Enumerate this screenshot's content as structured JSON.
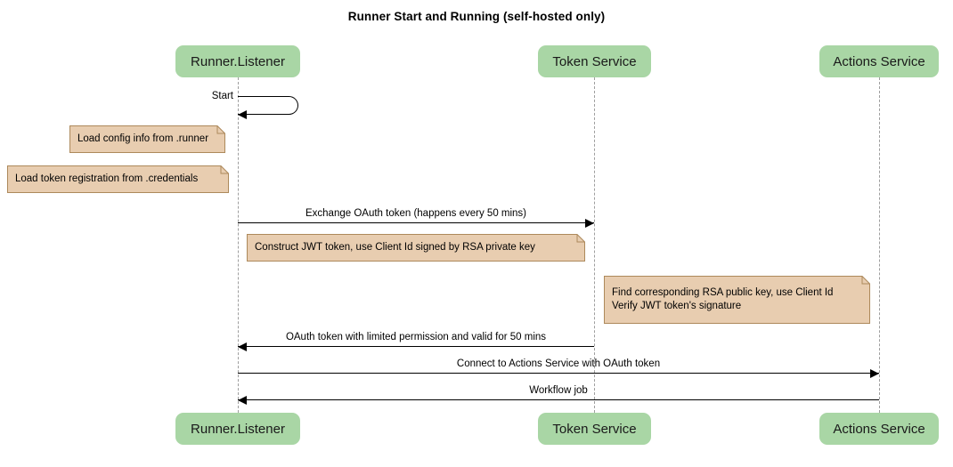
{
  "title": "Runner Start and Running (self-hosted only)",
  "colors": {
    "participant_fill": "#a9d6a5",
    "note_fill": "#e8cdb0",
    "note_border": "#ad895b",
    "lifeline_stroke": "#9e9e9e",
    "message_stroke": "#000000",
    "background": "#ffffff"
  },
  "participants": [
    {
      "id": "runner-listener",
      "label": "Runner.Listener"
    },
    {
      "id": "token-service",
      "label": "Token Service"
    },
    {
      "id": "actions-service",
      "label": "Actions Service"
    }
  ],
  "messages": [
    {
      "id": "start",
      "label": "Start",
      "from": "Runner.Listener",
      "to": "Runner.Listener",
      "direction": "self"
    },
    {
      "id": "exchange-oauth-token",
      "label": "Exchange OAuth token (happens every 50 mins)",
      "from": "Runner.Listener",
      "to": "Token Service",
      "direction": "right"
    },
    {
      "id": "oauth-token-response",
      "label": "OAuth token with limited permission and valid for 50 mins",
      "from": "Token Service",
      "to": "Runner.Listener",
      "direction": "left"
    },
    {
      "id": "connect-actions-service",
      "label": "Connect to Actions Service with OAuth token",
      "from": "Runner.Listener",
      "to": "Actions Service",
      "direction": "right"
    },
    {
      "id": "workflow-job",
      "label": "Workflow job",
      "from": "Actions Service",
      "to": "Runner.Listener",
      "direction": "left"
    }
  ],
  "notes": [
    {
      "id": "load-config",
      "lines": [
        "Load config info from .runner"
      ],
      "over": "Runner.Listener"
    },
    {
      "id": "load-token-registration",
      "lines": [
        "Load token registration from .credentials"
      ],
      "over": "Runner.Listener"
    },
    {
      "id": "construct-jwt",
      "lines": [
        "Construct JWT token, use Client Id signed by RSA private key"
      ],
      "over": "Runner.Listener"
    },
    {
      "id": "verify-jwt",
      "lines": [
        "Find corresponding RSA public key, use Client Id",
        "Verify JWT token's signature"
      ],
      "over": "Token Service"
    }
  ]
}
